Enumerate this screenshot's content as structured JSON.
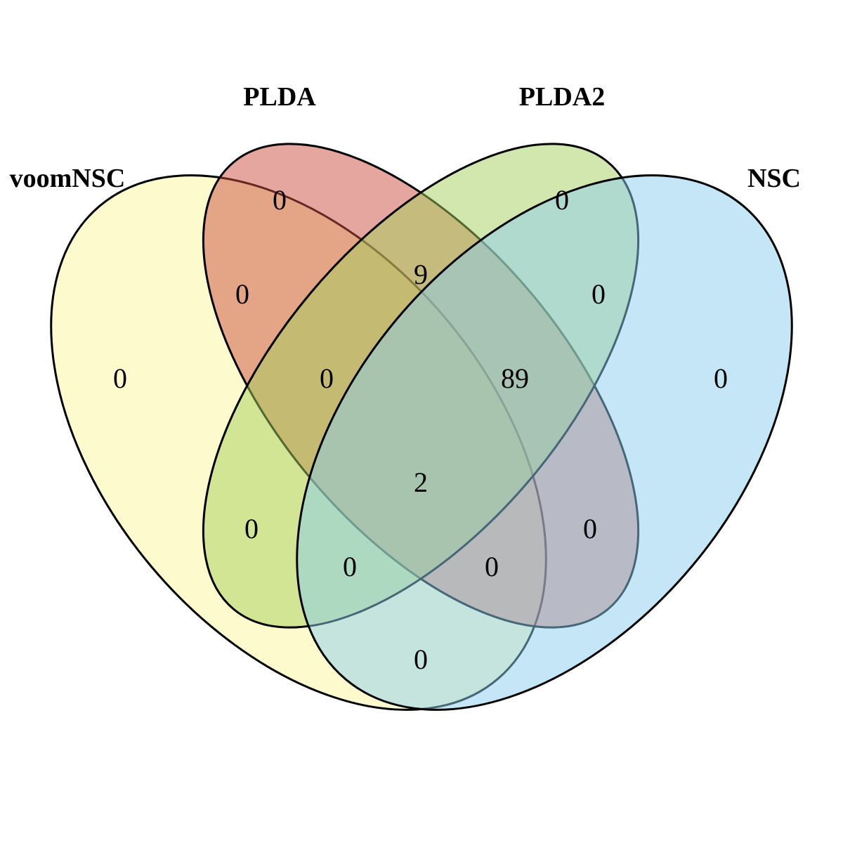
{
  "sets": [
    {
      "id": "voomNSC",
      "label": "voomNSC",
      "color": "#FBF59C"
    },
    {
      "id": "PLDA",
      "label": "PLDA",
      "color": "#CC4D40"
    },
    {
      "id": "PLDA2",
      "label": "PLDA2",
      "color": "#A6D05C"
    },
    {
      "id": "NSC",
      "label": "NSC",
      "color": "#8BCDEE"
    }
  ],
  "regions": {
    "voomNSC_only": "0",
    "PLDA_only": "0",
    "PLDA2_only": "0",
    "NSC_only": "0",
    "voomNSC_PLDA": "0",
    "PLDA_PLDA2": "9",
    "PLDA2_NSC": "0",
    "voomNSC_PLDA_PLDA2": "0",
    "PLDA_PLDA2_NSC": "89",
    "all_four": "2",
    "voomNSC_PLDA2": "0",
    "PLDA_NSC": "0",
    "voomNSC_PLDA2_NSC": "0",
    "voomNSC_PLDA_NSC": "0",
    "voomNSC_NSC": "0"
  }
}
